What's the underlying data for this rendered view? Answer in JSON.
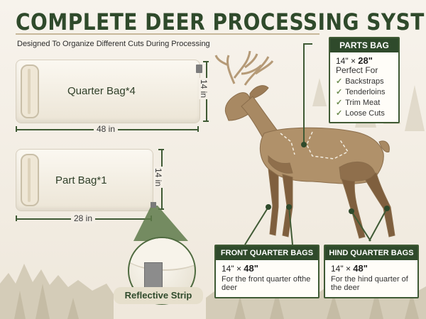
{
  "header": {
    "title": "COMPLETE DEER PROCESSING SYSTEM",
    "subtitle": "Designed To Organize Different Cuts During Processing"
  },
  "bags": {
    "quarter": {
      "label": "Quarter Bag*4",
      "length": "48 in",
      "width": "14 in"
    },
    "part": {
      "label": "Part Bag*1",
      "length": "28 in",
      "width": "14 in"
    }
  },
  "reflective": {
    "label": "Reflective Strip"
  },
  "callouts": {
    "parts_bag": {
      "title": "PARTS BAG",
      "size_prefix": "14\" × ",
      "size_bold": "28\"",
      "desc": "Perfect For",
      "items": [
        "Backstraps",
        "Tenderloins",
        "Trim Meat",
        "Loose Cuts"
      ]
    },
    "front_quarter": {
      "title": "FRONT QUARTER BAGS",
      "size_prefix": "14\" × ",
      "size_bold": "48\"",
      "desc": "For the front quarter ofthe deer"
    },
    "hind_quarter": {
      "title": "HIND QUARTER BAGS",
      "size_prefix": "14\" × ",
      "size_bold": "48\"",
      "desc": "For the hind quarter of the deer"
    }
  },
  "colors": {
    "brand_green": "#2f4a2b",
    "accent_green": "#3f5a34",
    "deer_body": "#a88963",
    "background": "#f4efe6"
  }
}
